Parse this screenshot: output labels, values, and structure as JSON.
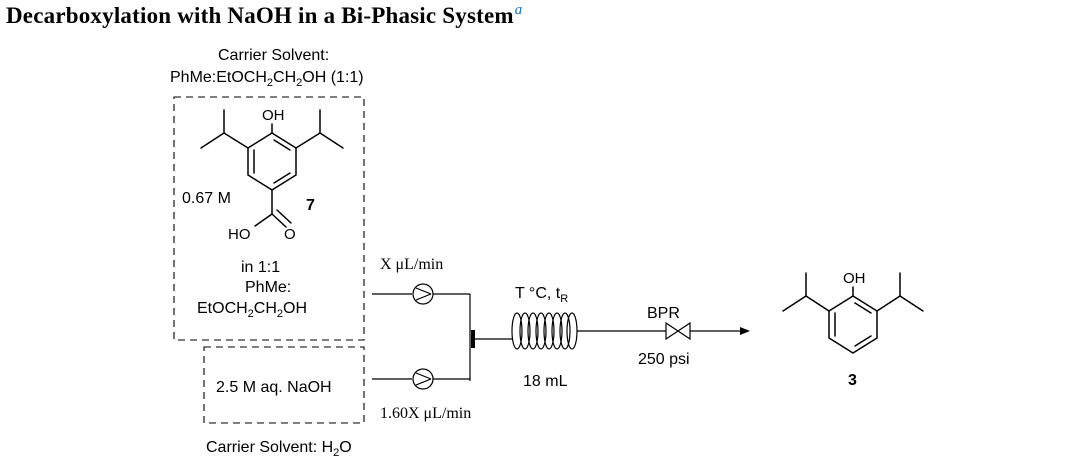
{
  "title": {
    "text": "Decarboxylation with NaOH in a Bi-Phasic System",
    "footnote_mark": "a"
  },
  "top_box": {
    "carrier_label": "Carrier Solvent:",
    "carrier_solvent_prefix": "PhMe:EtOCH",
    "carrier_solvent_ch2a": "CH",
    "carrier_solvent_suffix": "OH (1:1)",
    "compound_number": "7",
    "concentration": "0.67 M",
    "oh_label": "OH",
    "ho_label": "HO",
    "o_label": "O",
    "solvent_line1": "in 1:1",
    "solvent_line2": "PhMe:",
    "solvent_line3_prefix": "EtOCH",
    "solvent_line3_mid": "CH",
    "solvent_line3_suffix": "OH"
  },
  "bottom_box": {
    "reagent": "2.5 M aq. NaOH",
    "carrier_prefix": "Carrier Solvent: H",
    "carrier_suffix": "O"
  },
  "flow": {
    "flow_rate_top": "X μL/min",
    "flow_rate_bottom": "1.60X μL/min",
    "reactor_condition_prefix": "T °C, t",
    "reactor_condition_sub": "R",
    "reactor_volume": "18 mL",
    "bpr_label": "BPR",
    "bpr_pressure": "250 psi"
  },
  "product": {
    "oh_label": "OH",
    "compound_number": "3"
  }
}
